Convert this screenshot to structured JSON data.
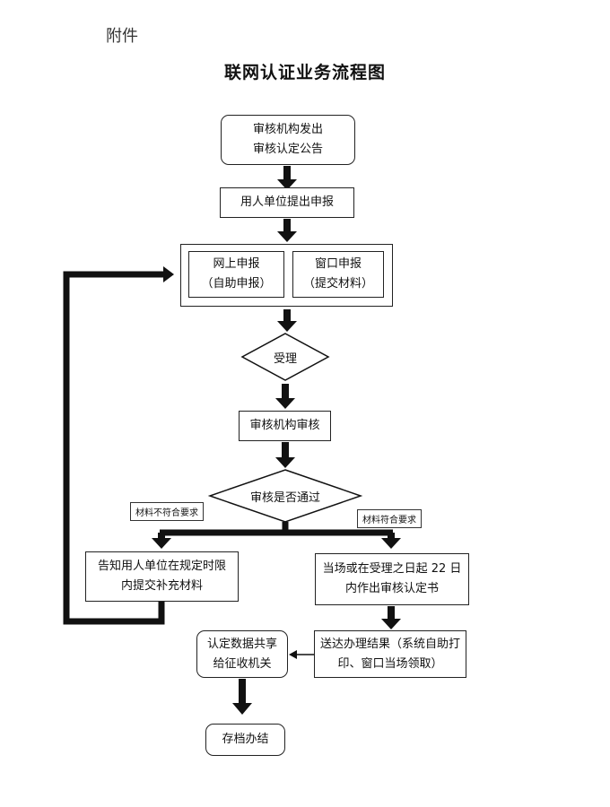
{
  "header": {
    "attachment": "附件",
    "title": "联网认证业务流程图"
  },
  "nodes": {
    "announce": [
      "审核机构发出",
      "审核认定公告"
    ],
    "declare": "用人单位提出申报",
    "online": [
      "网上申报",
      "（自助申报）"
    ],
    "window": [
      "窗口申报",
      "（提交材料）"
    ],
    "accept": "受理",
    "review": "审核机构审核",
    "decision": "审核是否通过",
    "notify": [
      "告知用人单位在规定时限",
      "内提交补充材料"
    ],
    "issue": [
      "当场或在受理之日起 22 日",
      "内作出审核认定书"
    ],
    "deliver": [
      "送达办理结果（系统自助打",
      "印、窗口当场领取）"
    ],
    "share": [
      "认定数据共享",
      "给征收机关"
    ],
    "archive": "存档办结"
  },
  "edge_labels": {
    "fail": "材料不符合要求",
    "pass": "材料符合要求"
  }
}
